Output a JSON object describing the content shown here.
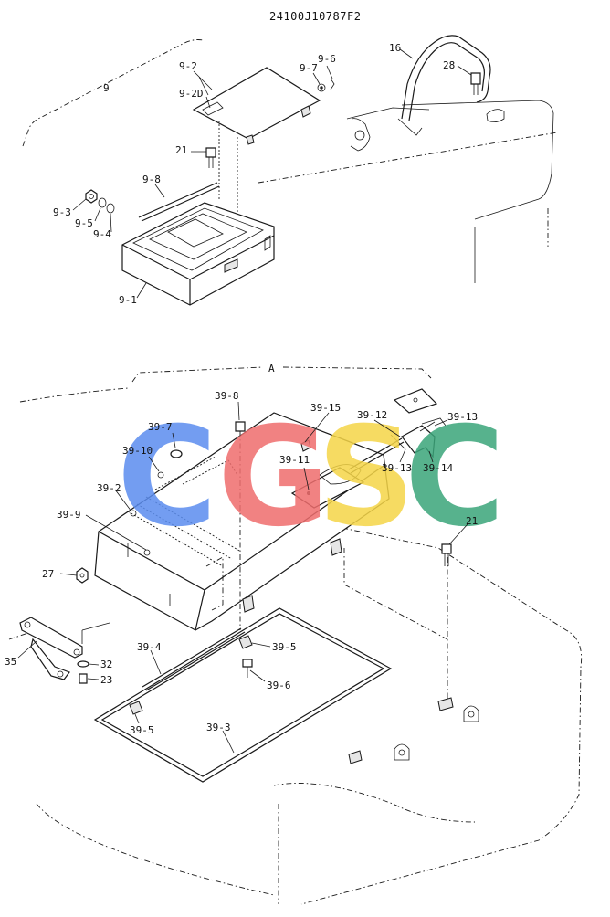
{
  "drawing_number": "24100J10787F2",
  "watermark": {
    "letters": [
      "C",
      "G",
      "S",
      "C"
    ],
    "colors": [
      "#5b8def",
      "#ef6d6d",
      "#f5d547",
      "#3aa57a"
    ]
  },
  "top_group": {
    "group_label": "9",
    "labels": {
      "p9_1": "9-1",
      "p9_2": "9-2",
      "p9_2d": "9-2D",
      "p9_3": "9-3",
      "p9_4": "9-4",
      "p9_5": "9-5",
      "p9_6": "9-6",
      "p9_7": "9-7",
      "p9_8": "9-8",
      "p16": "16",
      "p21": "21",
      "p28": "28"
    }
  },
  "bottom_group": {
    "group_label": "A",
    "labels": {
      "p39_2": "39-2",
      "p39_3": "39-3",
      "p39_4": "39-4",
      "p39_5a": "39-5",
      "p39_5b": "39-5",
      "p39_6": "39-6",
      "p39_7": "39-7",
      "p39_8": "39-8",
      "p39_9": "39-9",
      "p39_10": "39-10",
      "p39_11": "39-11",
      "p39_12": "39-12",
      "p39_13a": "39-13",
      "p39_13b": "39-13",
      "p39_14": "39-14",
      "p39_15": "39-15",
      "p21b": "21",
      "p23": "23",
      "p27": "27",
      "p32": "32",
      "p35": "35"
    }
  }
}
